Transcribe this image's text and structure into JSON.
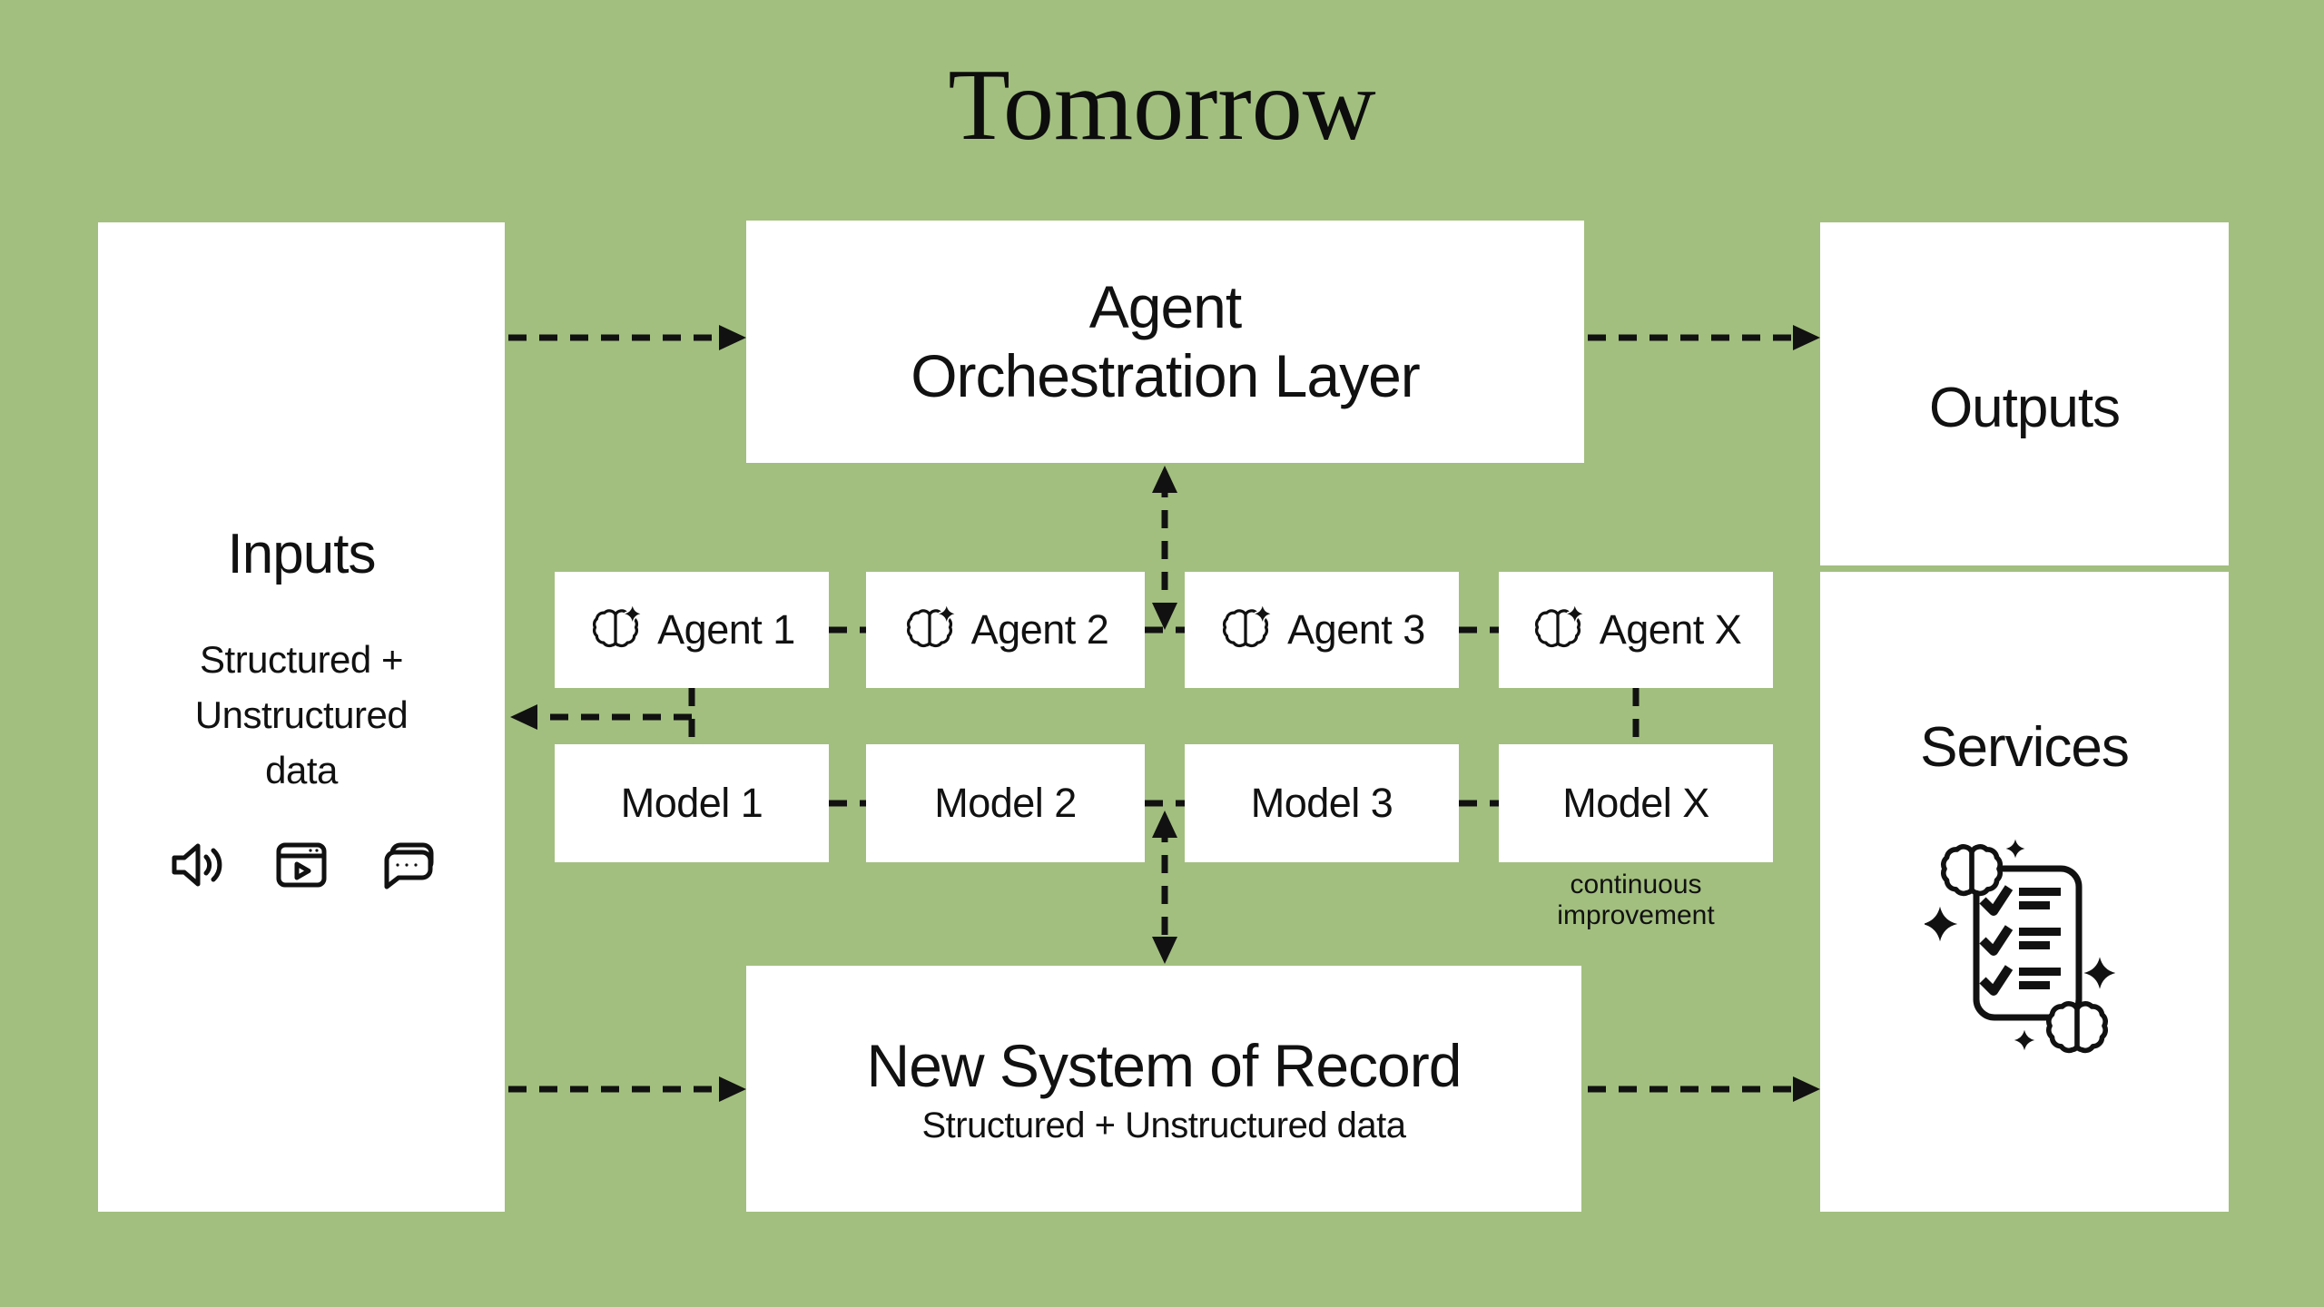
{
  "title": "Tomorrow",
  "colors": {
    "background": "#a2bf7f",
    "panel": "#ffffff",
    "ink": "#111111"
  },
  "inputs": {
    "title": "Inputs",
    "subtitle": "Structured +\nUnstructured\ndata",
    "icons": [
      "volume-icon",
      "video-player-icon",
      "chat-bubbles-icon"
    ]
  },
  "orchestration": {
    "title": "Agent\nOrchestration Layer"
  },
  "agents": [
    {
      "label": "Agent 1",
      "icon": "brain-sparkle-icon"
    },
    {
      "label": "Agent 2",
      "icon": "brain-sparkle-icon"
    },
    {
      "label": "Agent 3",
      "icon": "brain-sparkle-icon"
    },
    {
      "label": "Agent X",
      "icon": "brain-sparkle-icon"
    }
  ],
  "models": [
    {
      "label": "Model 1"
    },
    {
      "label": "Model 2"
    },
    {
      "label": "Model 3"
    },
    {
      "label": "Model X"
    }
  ],
  "models_note": "continuous improvement",
  "system_of_record": {
    "title": "New System of Record",
    "subtitle": "Structured + Unstructured data"
  },
  "outputs": {
    "title": "Outputs"
  },
  "services": {
    "title": "Services",
    "icon": "ai-checklist-icon"
  }
}
